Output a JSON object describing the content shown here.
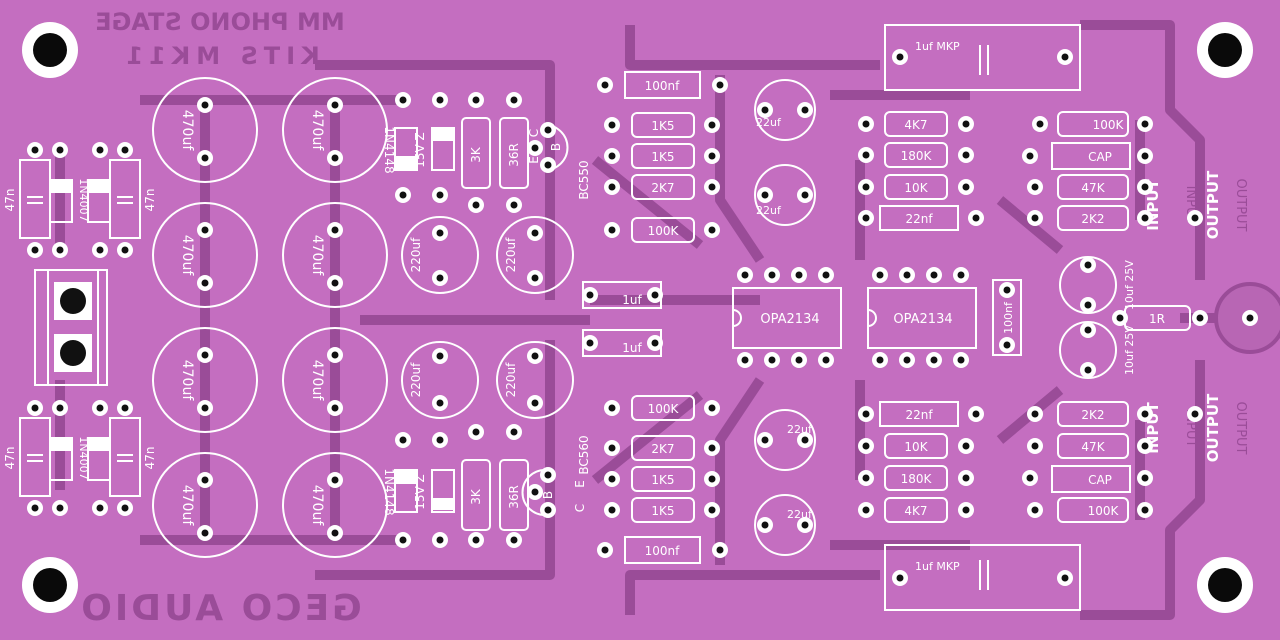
{
  "board": {
    "title_line1": "MM PHONO STAGE",
    "title_line2": "KITS MK11",
    "maker": "GECO AUDIO",
    "colors": {
      "board": "#c46ec0",
      "trace": "#9a4c98",
      "silk": "#ffffff",
      "pad": "#ffffff",
      "hole": "#111111",
      "mount": "#0a0a0a"
    }
  },
  "labels": {
    "c47n": "47n",
    "n4007": "1N4007",
    "c470": "470uf",
    "n4148": "1N4148",
    "z15": "15V Z",
    "r3k": "3K",
    "r36": "36R",
    "bc550": "BC550",
    "bc560": "BC560",
    "c220": "220uf",
    "c100n": "100nf",
    "r1k5": "1K5",
    "r2k7": "2K7",
    "r100k": "100K",
    "c22": "22uf",
    "c1uf": "1uf",
    "r4k7": "4K7",
    "r180k": "180K",
    "r10k": "10K",
    "c22n": "22nf",
    "mkp": "1uf MKP",
    "cap": "CAP",
    "r47k": "47K",
    "r2k2": "2K2",
    "opa": "OPA2134",
    "c10": "10uf 25V",
    "r1r": "1R",
    "input": "INPUT",
    "output": "OUTPUT",
    "pin_b": "B",
    "pin_c": "C",
    "pin_e": "E"
  }
}
